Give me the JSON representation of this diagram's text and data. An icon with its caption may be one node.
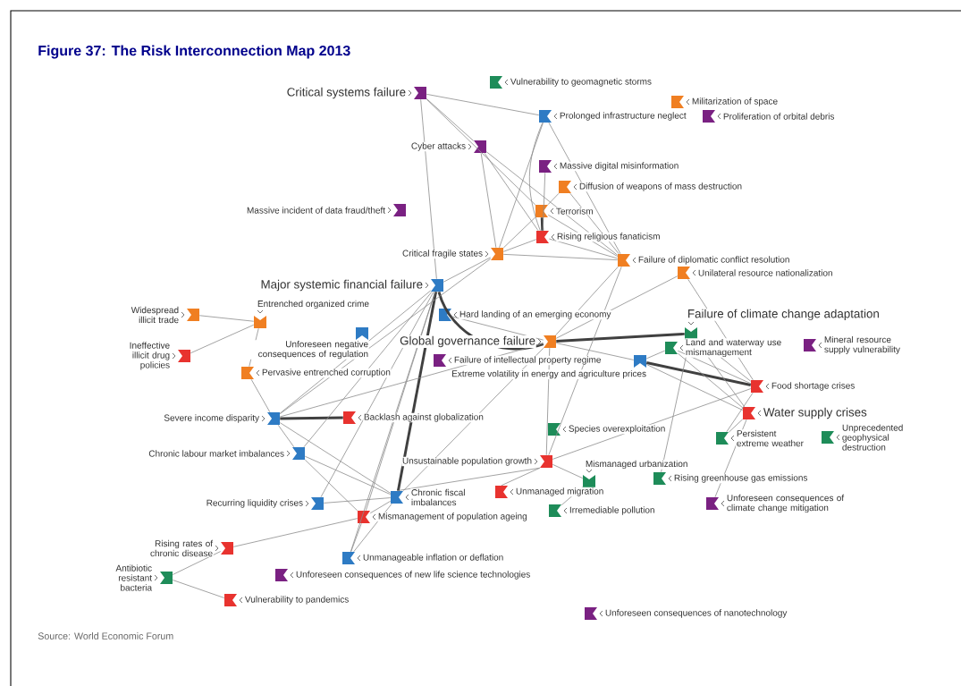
{
  "diagram": {
    "title": "Figure 37: The Risk Interconnection Map 2013",
    "caption": "Source: World Economic Forum",
    "nodes": [
      {
        "text": [
          "Critical systems failure"
        ]
      },
      {
        "text": [
          "Vulnerability to geomagnetic storms"
        ]
      },
      {
        "text": [
          "Militarization of space"
        ]
      },
      {
        "text": [
          "Prolonged infrastructure neglect"
        ]
      },
      {
        "text": [
          "Proliferation of orbital debris"
        ]
      },
      {
        "text": [
          "Cyber attacks"
        ]
      },
      {
        "text": [
          "Massive digital misinformation"
        ]
      },
      {
        "text": [
          "Diffusion of weapons of mass destruction"
        ]
      },
      {
        "text": [
          "Massive incident of data fraud/theft"
        ]
      },
      {
        "text": [
          "Terrorism"
        ]
      },
      {
        "text": [
          "Rising religious fanaticism"
        ]
      },
      {
        "text": [
          "Critical fragile states"
        ]
      },
      {
        "text": [
          "Failure of diplomatic conflict resolution"
        ]
      },
      {
        "text": [
          "Unilateral resource nationalization"
        ]
      },
      {
        "text": [
          "Major systemic financial failure"
        ]
      },
      {
        "text": [
          "Widespread illicit trade"
        ]
      },
      {
        "text": [
          "Entrenched organized crime"
        ]
      },
      {
        "text": [
          "Hard landing of an emerging economy"
        ]
      },
      {
        "text": [
          "Unforeseen negative consequences of regulation"
        ]
      },
      {
        "text": [
          "Failure of climate change adaptation"
        ]
      },
      {
        "text": [
          "Global governance failure"
        ]
      },
      {
        "text": [
          "Mineral resource supply vulnerability"
        ]
      },
      {
        "text": [
          "Land and waterway use mismanagement"
        ]
      },
      {
        "text": [
          "Ineffective illicit drug policies"
        ]
      },
      {
        "text": [
          "Failure of intellectual property regime"
        ]
      },
      {
        "text": [
          "Extreme volatility in energy and agriculture prices"
        ]
      },
      {
        "text": [
          "Pervasive entrenched corruption"
        ]
      },
      {
        "text": [
          "Food shortage crises"
        ]
      },
      {
        "text": [
          "Severe income disparity"
        ]
      },
      {
        "text": [
          "Backlash against globalization"
        ]
      },
      {
        "text": [
          "Water supply crises"
        ]
      },
      {
        "text": [
          "Species overexploitation"
        ]
      },
      {
        "text": [
          "Persistent extreme weather"
        ]
      },
      {
        "text": [
          "Unprecedented geophysical destruction"
        ]
      },
      {
        "text": [
          "Chronic labour market imbalances"
        ]
      },
      {
        "text": [
          "Unsustainable population growth"
        ]
      },
      {
        "text": [
          "Mismanaged urbanization"
        ]
      },
      {
        "text": [
          "Rising greenhouse gas emissions"
        ]
      },
      {
        "text": [
          "Unmanaged migration"
        ]
      },
      {
        "text": [
          "Chronic fiscal imbalances"
        ]
      },
      {
        "text": [
          "Recurring liquidity crises"
        ]
      },
      {
        "text": [
          "Unforeseen consequences of climate change mitigation"
        ]
      },
      {
        "text": [
          "Irremediable pollution"
        ]
      },
      {
        "text": [
          "Mismanagement of population ageing"
        ]
      },
      {
        "text": [
          "Rising rates of chronic disease"
        ]
      },
      {
        "text": [
          "Unmanageable inflation or deflation"
        ]
      },
      {
        "text": [
          "Antibiotic resistant bacteria"
        ]
      },
      {
        "text": [
          "Unforeseen consequences of new life science technologies"
        ]
      },
      {
        "text": [
          "Vulnerability to pandemics"
        ]
      },
      {
        "text": [
          "Unforeseen consequences of nanotechnology"
        ]
      }
    ],
    "edges": [
      {
        "from": 20,
        "to": 19,
        "arrow": "none",
        "style": "thick"
      },
      {
        "from": 14,
        "to": 20,
        "arrow": "none",
        "style": "thick"
      },
      {
        "from": 28,
        "to": 29,
        "arrow": "none",
        "style": "thick"
      },
      {
        "from": 9,
        "to": 10,
        "arrow": "none",
        "style": "thick"
      },
      {
        "from": 25,
        "to": 27,
        "arrow": "none",
        "style": "thick"
      },
      {
        "from": 14,
        "to": 39,
        "arrow": "none",
        "style": "thick"
      },
      {
        "from": 0,
        "to": 3,
        "arrow": "none"
      },
      {
        "from": 0,
        "to": 5,
        "arrow": "none"
      },
      {
        "from": 0,
        "to": 14,
        "arrow": "none"
      },
      {
        "from": 0,
        "to": 9,
        "arrow": "none"
      },
      {
        "from": 5,
        "to": 10,
        "arrow": "none"
      },
      {
        "from": 5,
        "to": 12,
        "arrow": "none"
      },
      {
        "from": 5,
        "to": 11,
        "arrow": "none"
      },
      {
        "from": 3,
        "to": 11,
        "arrow": "none"
      },
      {
        "from": 3,
        "to": 10,
        "arrow": "none"
      },
      {
        "from": 3,
        "to": 12,
        "arrow": "none"
      },
      {
        "from": 6,
        "to": 10,
        "arrow": "none"
      },
      {
        "from": 7,
        "to": 9,
        "arrow": "none"
      },
      {
        "from": 7,
        "to": 12,
        "arrow": "none"
      },
      {
        "from": 9,
        "to": 11,
        "arrow": "none"
      },
      {
        "from": 9,
        "to": 12,
        "arrow": "none"
      },
      {
        "from": 10,
        "to": 11,
        "arrow": "none"
      },
      {
        "from": 10,
        "to": 12,
        "arrow": "none"
      },
      {
        "from": 11,
        "to": 12,
        "arrow": "none"
      },
      {
        "from": 12,
        "to": 20,
        "arrow": "none"
      },
      {
        "from": 13,
        "to": 27,
        "arrow": "none"
      },
      {
        "from": 13,
        "to": 20,
        "arrow": "none"
      },
      {
        "from": 14,
        "to": 11,
        "arrow": "none"
      },
      {
        "from": 14,
        "to": 28,
        "arrow": "none"
      },
      {
        "from": 14,
        "to": 34,
        "arrow": "none"
      },
      {
        "from": 14,
        "to": 40,
        "arrow": "none"
      },
      {
        "from": 14,
        "to": 43,
        "arrow": "none"
      },
      {
        "from": 14,
        "to": 45,
        "arrow": "none"
      },
      {
        "from": 16,
        "to": 15,
        "arrow": "none"
      },
      {
        "from": 16,
        "to": 23,
        "arrow": "none"
      },
      {
        "from": 16,
        "to": 26,
        "arrow": "none"
      },
      {
        "from": 26,
        "to": 28,
        "arrow": "none"
      },
      {
        "from": 28,
        "to": 34,
        "arrow": "none"
      },
      {
        "from": 28,
        "to": 39,
        "arrow": "none"
      },
      {
        "from": 28,
        "to": 20,
        "arrow": "none"
      },
      {
        "from": 28,
        "to": 11,
        "arrow": "none"
      },
      {
        "from": 34,
        "to": 39,
        "arrow": "none"
      },
      {
        "from": 34,
        "to": 43,
        "arrow": "none"
      },
      {
        "from": 40,
        "to": 39,
        "arrow": "none"
      },
      {
        "from": 43,
        "to": 39,
        "arrow": "none"
      },
      {
        "from": 45,
        "to": 39,
        "arrow": "none"
      },
      {
        "from": 45,
        "to": 43,
        "arrow": "none"
      },
      {
        "from": 44,
        "to": 43,
        "arrow": "none"
      },
      {
        "from": 46,
        "to": 48,
        "arrow": "none"
      },
      {
        "from": 46,
        "to": 44,
        "arrow": "none"
      },
      {
        "from": 20,
        "to": 25,
        "arrow": "none"
      },
      {
        "from": 20,
        "to": 35,
        "arrow": "none"
      },
      {
        "from": 20,
        "to": 39,
        "arrow": "none"
      },
      {
        "from": 17,
        "to": 20,
        "arrow": "none"
      },
      {
        "from": 19,
        "to": 27,
        "arrow": "none"
      },
      {
        "from": 19,
        "to": 30,
        "arrow": "none"
      },
      {
        "from": 19,
        "to": 37,
        "arrow": "none"
      },
      {
        "from": 22,
        "to": 27,
        "arrow": "none"
      },
      {
        "from": 22,
        "to": 30,
        "arrow": "none"
      },
      {
        "from": 25,
        "to": 30,
        "arrow": "none"
      },
      {
        "from": 25,
        "to": 22,
        "arrow": "none"
      },
      {
        "from": 27,
        "to": 35,
        "arrow": "none"
      },
      {
        "from": 27,
        "to": 32,
        "arrow": "none"
      },
      {
        "from": 30,
        "to": 32,
        "arrow": "none"
      },
      {
        "from": 30,
        "to": 41,
        "arrow": "none"
      },
      {
        "from": 35,
        "to": 38,
        "arrow": "none"
      },
      {
        "from": 35,
        "to": 36,
        "arrow": "none"
      },
      {
        "from": 35,
        "to": 39,
        "arrow": "none"
      },
      {
        "from": 36,
        "to": 42,
        "arrow": "none"
      },
      {
        "from": 12,
        "to": 35,
        "arrow": "none"
      }
    ]
  }
}
